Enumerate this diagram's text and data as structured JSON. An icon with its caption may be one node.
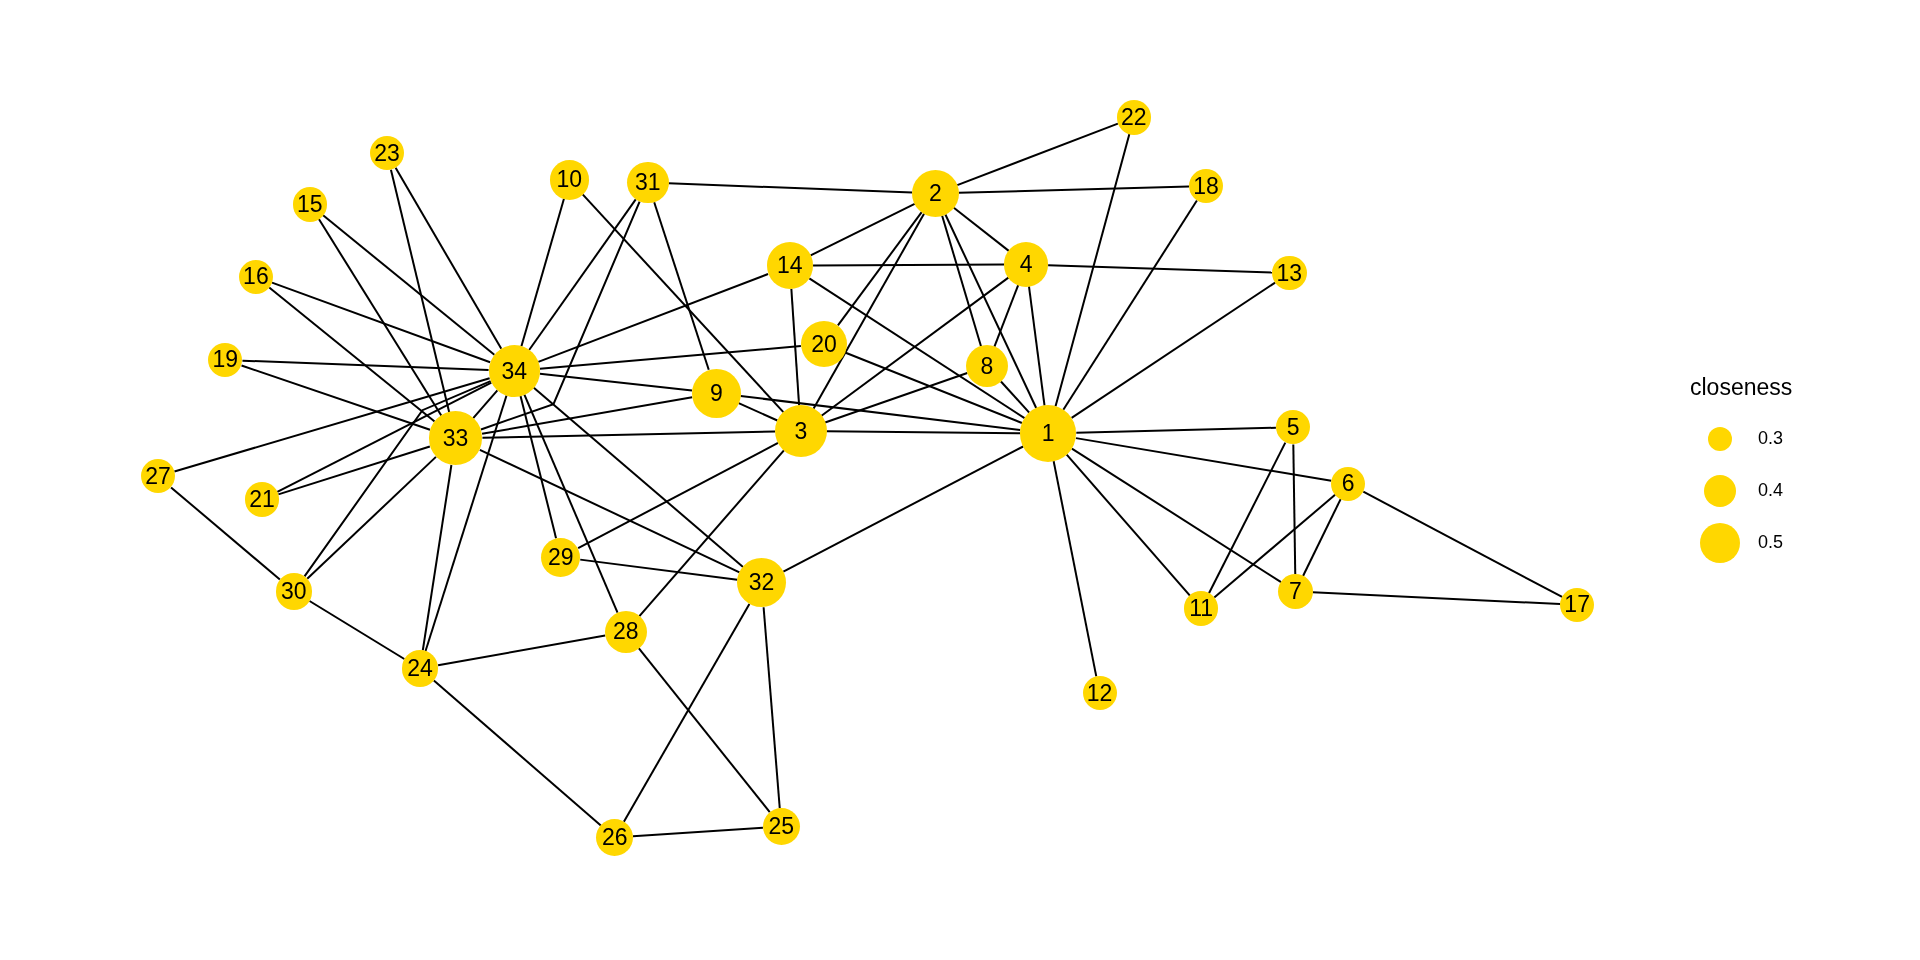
{
  "diagram": {
    "nodes": [
      {
        "text": [
          "1"
        ]
      },
      {
        "text": [
          "2"
        ]
      },
      {
        "text": [
          "3"
        ]
      },
      {
        "text": [
          "4"
        ]
      },
      {
        "text": [
          "5"
        ]
      },
      {
        "text": [
          "6"
        ]
      },
      {
        "text": [
          "7"
        ]
      },
      {
        "text": [
          "8"
        ]
      },
      {
        "text": [
          "9"
        ]
      },
      {
        "text": [
          "10"
        ]
      },
      {
        "text": [
          "11"
        ]
      },
      {
        "text": [
          "12"
        ]
      },
      {
        "text": [
          "13"
        ]
      },
      {
        "text": [
          "14"
        ]
      },
      {
        "text": [
          "15"
        ]
      },
      {
        "text": [
          "16"
        ]
      },
      {
        "text": [
          "17"
        ]
      },
      {
        "text": [
          "18"
        ]
      },
      {
        "text": [
          "19"
        ]
      },
      {
        "text": [
          "20"
        ]
      },
      {
        "text": [
          "21"
        ]
      },
      {
        "text": [
          "22"
        ]
      },
      {
        "text": [
          "23"
        ]
      },
      {
        "text": [
          "24"
        ]
      },
      {
        "text": [
          "25"
        ]
      },
      {
        "text": [
          "26"
        ]
      },
      {
        "text": [
          "27"
        ]
      },
      {
        "text": [
          "28"
        ]
      },
      {
        "text": [
          "29"
        ]
      },
      {
        "text": [
          "30"
        ]
      },
      {
        "text": [
          "31"
        ]
      },
      {
        "text": [
          "32"
        ]
      },
      {
        "text": [
          "33"
        ]
      },
      {
        "text": [
          "34"
        ]
      }
    ],
    "edges": [
      {
        "from": 0,
        "to": 1,
        "arrow": "none"
      },
      {
        "from": 0,
        "to": 2,
        "arrow": "none"
      },
      {
        "from": 0,
        "to": 3,
        "arrow": "none"
      },
      {
        "from": 0,
        "to": 4,
        "arrow": "none"
      },
      {
        "from": 0,
        "to": 5,
        "arrow": "none"
      },
      {
        "from": 0,
        "to": 6,
        "arrow": "none"
      },
      {
        "from": 0,
        "to": 7,
        "arrow": "none"
      },
      {
        "from": 0,
        "to": 8,
        "arrow": "none"
      },
      {
        "from": 0,
        "to": 10,
        "arrow": "none"
      },
      {
        "from": 0,
        "to": 11,
        "arrow": "none"
      },
      {
        "from": 0,
        "to": 12,
        "arrow": "none"
      },
      {
        "from": 0,
        "to": 13,
        "arrow": "none"
      },
      {
        "from": 0,
        "to": 17,
        "arrow": "none"
      },
      {
        "from": 0,
        "to": 19,
        "arrow": "none"
      },
      {
        "from": 0,
        "to": 21,
        "arrow": "none"
      },
      {
        "from": 0,
        "to": 31,
        "arrow": "none"
      },
      {
        "from": 1,
        "to": 2,
        "arrow": "none"
      },
      {
        "from": 1,
        "to": 3,
        "arrow": "none"
      },
      {
        "from": 1,
        "to": 7,
        "arrow": "none"
      },
      {
        "from": 1,
        "to": 13,
        "arrow": "none"
      },
      {
        "from": 1,
        "to": 17,
        "arrow": "none"
      },
      {
        "from": 1,
        "to": 19,
        "arrow": "none"
      },
      {
        "from": 1,
        "to": 21,
        "arrow": "none"
      },
      {
        "from": 1,
        "to": 30,
        "arrow": "none"
      },
      {
        "from": 2,
        "to": 3,
        "arrow": "none"
      },
      {
        "from": 2,
        "to": 7,
        "arrow": "none"
      },
      {
        "from": 2,
        "to": 8,
        "arrow": "none"
      },
      {
        "from": 2,
        "to": 9,
        "arrow": "none"
      },
      {
        "from": 2,
        "to": 13,
        "arrow": "none"
      },
      {
        "from": 2,
        "to": 27,
        "arrow": "none"
      },
      {
        "from": 2,
        "to": 28,
        "arrow": "none"
      },
      {
        "from": 2,
        "to": 32,
        "arrow": "none"
      },
      {
        "from": 3,
        "to": 7,
        "arrow": "none"
      },
      {
        "from": 3,
        "to": 12,
        "arrow": "none"
      },
      {
        "from": 3,
        "to": 13,
        "arrow": "none"
      },
      {
        "from": 4,
        "to": 6,
        "arrow": "none"
      },
      {
        "from": 4,
        "to": 10,
        "arrow": "none"
      },
      {
        "from": 5,
        "to": 6,
        "arrow": "none"
      },
      {
        "from": 5,
        "to": 10,
        "arrow": "none"
      },
      {
        "from": 5,
        "to": 16,
        "arrow": "none"
      },
      {
        "from": 6,
        "to": 16,
        "arrow": "none"
      },
      {
        "from": 8,
        "to": 30,
        "arrow": "none"
      },
      {
        "from": 8,
        "to": 32,
        "arrow": "none"
      },
      {
        "from": 8,
        "to": 33,
        "arrow": "none"
      },
      {
        "from": 9,
        "to": 33,
        "arrow": "none"
      },
      {
        "from": 13,
        "to": 33,
        "arrow": "none"
      },
      {
        "from": 14,
        "to": 32,
        "arrow": "none"
      },
      {
        "from": 14,
        "to": 33,
        "arrow": "none"
      },
      {
        "from": 15,
        "to": 32,
        "arrow": "none"
      },
      {
        "from": 15,
        "to": 33,
        "arrow": "none"
      },
      {
        "from": 18,
        "to": 32,
        "arrow": "none"
      },
      {
        "from": 18,
        "to": 33,
        "arrow": "none"
      },
      {
        "from": 19,
        "to": 33,
        "arrow": "none"
      },
      {
        "from": 20,
        "to": 32,
        "arrow": "none"
      },
      {
        "from": 20,
        "to": 33,
        "arrow": "none"
      },
      {
        "from": 22,
        "to": 32,
        "arrow": "none"
      },
      {
        "from": 22,
        "to": 33,
        "arrow": "none"
      },
      {
        "from": 23,
        "to": 25,
        "arrow": "none"
      },
      {
        "from": 23,
        "to": 27,
        "arrow": "none"
      },
      {
        "from": 23,
        "to": 29,
        "arrow": "none"
      },
      {
        "from": 23,
        "to": 32,
        "arrow": "none"
      },
      {
        "from": 23,
        "to": 33,
        "arrow": "none"
      },
      {
        "from": 24,
        "to": 25,
        "arrow": "none"
      },
      {
        "from": 24,
        "to": 27,
        "arrow": "none"
      },
      {
        "from": 24,
        "to": 31,
        "arrow": "none"
      },
      {
        "from": 25,
        "to": 31,
        "arrow": "none"
      },
      {
        "from": 26,
        "to": 29,
        "arrow": "none"
      },
      {
        "from": 26,
        "to": 33,
        "arrow": "none"
      },
      {
        "from": 27,
        "to": 33,
        "arrow": "none"
      },
      {
        "from": 28,
        "to": 31,
        "arrow": "none"
      },
      {
        "from": 28,
        "to": 33,
        "arrow": "none"
      },
      {
        "from": 29,
        "to": 32,
        "arrow": "none"
      },
      {
        "from": 29,
        "to": 33,
        "arrow": "none"
      },
      {
        "from": 30,
        "to": 32,
        "arrow": "none"
      },
      {
        "from": 30,
        "to": 33,
        "arrow": "none"
      },
      {
        "from": 31,
        "to": 32,
        "arrow": "none"
      },
      {
        "from": 31,
        "to": 33,
        "arrow": "none"
      },
      {
        "from": 32,
        "to": 33,
        "arrow": "none"
      }
    ],
    "labels": [
      "closeness"
    ],
    "legend": [
      {
        "text": "0.3"
      },
      {
        "text": "0.4"
      },
      {
        "text": "0.5"
      }
    ]
  }
}
